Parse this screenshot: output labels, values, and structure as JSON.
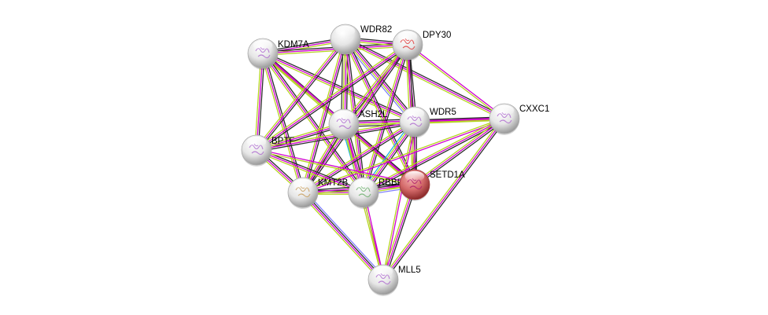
{
  "diagram": {
    "type": "protein-interaction-network",
    "edge_colors": {
      "experimental": "#2a2a2a",
      "database": "#d000d0",
      "textmining": "#b5d321",
      "coexpression": "#3a3a3a",
      "homology": "#8080ff",
      "cooccurrence": "#1fb5e0"
    },
    "nodes": [
      {
        "id": "KDM7A",
        "label": "KDM7A",
        "color": "#e8e8e8",
        "structure": "purple"
      },
      {
        "id": "WDR82",
        "label": "WDR82",
        "color": "#e8e8e8",
        "structure": "none"
      },
      {
        "id": "DPY30",
        "label": "DPY30",
        "color": "#e8e8e8",
        "structure": "red"
      },
      {
        "id": "ASH2L",
        "label": "ASH2L",
        "color": "#e8e8e8",
        "structure": "purple"
      },
      {
        "id": "WDR5",
        "label": "WDR5",
        "color": "#e8e8e8",
        "structure": "purple"
      },
      {
        "id": "CXXC1",
        "label": "CXXC1",
        "color": "#e8e8e8",
        "structure": "purple"
      },
      {
        "id": "BPTF",
        "label": "BPTF",
        "color": "#e8e8e8",
        "structure": "purple"
      },
      {
        "id": "KMT2B",
        "label": "KMT2B",
        "color": "#e8e8e8",
        "structure": "tan"
      },
      {
        "id": "RBBP5",
        "label": "RBBP5",
        "color": "#e8e8e8",
        "structure": "green"
      },
      {
        "id": "SETD1A",
        "label": "SETD1A",
        "color": "#d86a6a",
        "structure": "magenta",
        "query": true
      },
      {
        "id": "MLL5",
        "label": "MLL5",
        "color": "#e8e8e8",
        "structure": "purple"
      }
    ],
    "edges": [
      {
        "a": "KDM7A",
        "b": "WDR82",
        "types": [
          "experimental",
          "database",
          "textmining"
        ]
      },
      {
        "a": "KDM7A",
        "b": "DPY30",
        "types": [
          "experimental",
          "database",
          "textmining"
        ]
      },
      {
        "a": "KDM7A",
        "b": "ASH2L",
        "types": [
          "experimental",
          "database",
          "textmining"
        ]
      },
      {
        "a": "KDM7A",
        "b": "WDR5",
        "types": [
          "experimental",
          "database",
          "textmining"
        ]
      },
      {
        "a": "KDM7A",
        "b": "BPTF",
        "types": [
          "experimental",
          "database",
          "textmining"
        ]
      },
      {
        "a": "KDM7A",
        "b": "KMT2B",
        "types": [
          "experimental",
          "database",
          "textmining"
        ]
      },
      {
        "a": "KDM7A",
        "b": "RBBP5",
        "types": [
          "experimental",
          "database",
          "textmining"
        ]
      },
      {
        "a": "KDM7A",
        "b": "SETD1A",
        "types": [
          "database",
          "textmining"
        ]
      },
      {
        "a": "WDR82",
        "b": "DPY30",
        "types": [
          "experimental",
          "database",
          "textmining"
        ]
      },
      {
        "a": "WDR82",
        "b": "ASH2L",
        "types": [
          "experimental",
          "database",
          "textmining",
          "coexpression"
        ]
      },
      {
        "a": "WDR82",
        "b": "WDR5",
        "types": [
          "experimental",
          "database",
          "textmining",
          "homology"
        ]
      },
      {
        "a": "WDR82",
        "b": "CXXC1",
        "types": [
          "experimental",
          "database",
          "textmining"
        ]
      },
      {
        "a": "WDR82",
        "b": "BPTF",
        "types": [
          "experimental",
          "database",
          "textmining"
        ]
      },
      {
        "a": "WDR82",
        "b": "KMT2B",
        "types": [
          "experimental",
          "database",
          "textmining"
        ]
      },
      {
        "a": "WDR82",
        "b": "RBBP5",
        "types": [
          "experimental",
          "database",
          "textmining"
        ]
      },
      {
        "a": "WDR82",
        "b": "SETD1A",
        "types": [
          "experimental",
          "database",
          "textmining"
        ]
      },
      {
        "a": "DPY30",
        "b": "ASH2L",
        "types": [
          "experimental",
          "database",
          "textmining"
        ]
      },
      {
        "a": "DPY30",
        "b": "WDR5",
        "types": [
          "experimental",
          "database",
          "textmining"
        ]
      },
      {
        "a": "DPY30",
        "b": "CXXC1",
        "types": [
          "database",
          "textmining"
        ]
      },
      {
        "a": "DPY30",
        "b": "BPTF",
        "types": [
          "experimental",
          "database",
          "textmining"
        ]
      },
      {
        "a": "DPY30",
        "b": "KMT2B",
        "types": [
          "experimental",
          "database",
          "textmining"
        ]
      },
      {
        "a": "DPY30",
        "b": "RBBP5",
        "types": [
          "experimental",
          "database",
          "textmining"
        ]
      },
      {
        "a": "DPY30",
        "b": "SETD1A",
        "types": [
          "experimental",
          "database",
          "textmining"
        ]
      },
      {
        "a": "ASH2L",
        "b": "WDR5",
        "types": [
          "experimental",
          "database",
          "textmining",
          "coexpression"
        ]
      },
      {
        "a": "ASH2L",
        "b": "CXXC1",
        "types": [
          "database",
          "textmining"
        ]
      },
      {
        "a": "ASH2L",
        "b": "BPTF",
        "types": [
          "experimental",
          "database",
          "textmining"
        ]
      },
      {
        "a": "ASH2L",
        "b": "KMT2B",
        "types": [
          "experimental",
          "database",
          "textmining"
        ]
      },
      {
        "a": "ASH2L",
        "b": "RBBP5",
        "types": [
          "experimental",
          "database",
          "textmining",
          "cooccurrence"
        ]
      },
      {
        "a": "ASH2L",
        "b": "SETD1A",
        "types": [
          "experimental",
          "database",
          "textmining"
        ]
      },
      {
        "a": "ASH2L",
        "b": "MLL5",
        "types": [
          "database",
          "textmining"
        ]
      },
      {
        "a": "WDR5",
        "b": "CXXC1",
        "types": [
          "experimental",
          "database",
          "textmining"
        ]
      },
      {
        "a": "WDR5",
        "b": "BPTF",
        "types": [
          "experimental",
          "database",
          "textmining"
        ]
      },
      {
        "a": "WDR5",
        "b": "KMT2B",
        "types": [
          "experimental",
          "database",
          "textmining"
        ]
      },
      {
        "a": "WDR5",
        "b": "RBBP5",
        "types": [
          "experimental",
          "database",
          "textmining",
          "cooccurrence"
        ]
      },
      {
        "a": "WDR5",
        "b": "SETD1A",
        "types": [
          "experimental",
          "database",
          "textmining"
        ]
      },
      {
        "a": "WDR5",
        "b": "MLL5",
        "types": [
          "database",
          "textmining"
        ]
      },
      {
        "a": "CXXC1",
        "b": "KMT2B",
        "types": [
          "database",
          "textmining"
        ]
      },
      {
        "a": "CXXC1",
        "b": "RBBP5",
        "types": [
          "experimental",
          "database",
          "textmining"
        ]
      },
      {
        "a": "CXXC1",
        "b": "SETD1A",
        "types": [
          "experimental",
          "database",
          "textmining"
        ]
      },
      {
        "a": "CXXC1",
        "b": "MLL5",
        "types": [
          "experimental",
          "database",
          "textmining"
        ]
      },
      {
        "a": "BPTF",
        "b": "KMT2B",
        "types": [
          "experimental",
          "database",
          "textmining"
        ]
      },
      {
        "a": "BPTF",
        "b": "RBBP5",
        "types": [
          "experimental",
          "database",
          "textmining"
        ]
      },
      {
        "a": "BPTF",
        "b": "SETD1A",
        "types": [
          "database",
          "textmining"
        ]
      },
      {
        "a": "KMT2B",
        "b": "RBBP5",
        "types": [
          "experimental",
          "database",
          "textmining"
        ]
      },
      {
        "a": "KMT2B",
        "b": "SETD1A",
        "types": [
          "experimental",
          "database",
          "textmining"
        ]
      },
      {
        "a": "KMT2B",
        "b": "MLL5",
        "types": [
          "homology",
          "experimental",
          "database",
          "textmining"
        ]
      },
      {
        "a": "RBBP5",
        "b": "SETD1A",
        "types": [
          "experimental",
          "database",
          "textmining",
          "homology"
        ]
      },
      {
        "a": "RBBP5",
        "b": "MLL5",
        "types": [
          "database",
          "textmining"
        ]
      },
      {
        "a": "SETD1A",
        "b": "MLL5",
        "types": [
          "experimental",
          "database",
          "textmining"
        ]
      }
    ]
  }
}
